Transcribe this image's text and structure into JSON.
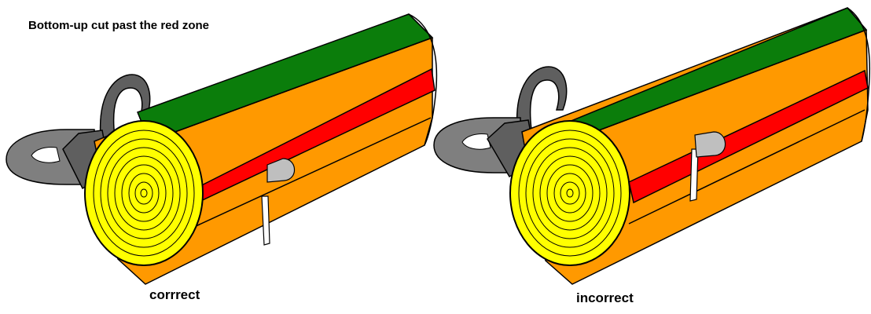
{
  "title": "Bottom-up cut past the red zone",
  "panels": [
    {
      "caption": "corrrect"
    },
    {
      "caption": "incorrect"
    }
  ],
  "colors": {
    "top_band": "#0b7d0b",
    "wood": "#ff9900",
    "red_zone": "#ff0000",
    "log_end": "#ffff00",
    "saw_dark": "#5f5f5f",
    "saw_light": "#808080",
    "wedge": "#bfbfbf",
    "outline": "#000000"
  }
}
